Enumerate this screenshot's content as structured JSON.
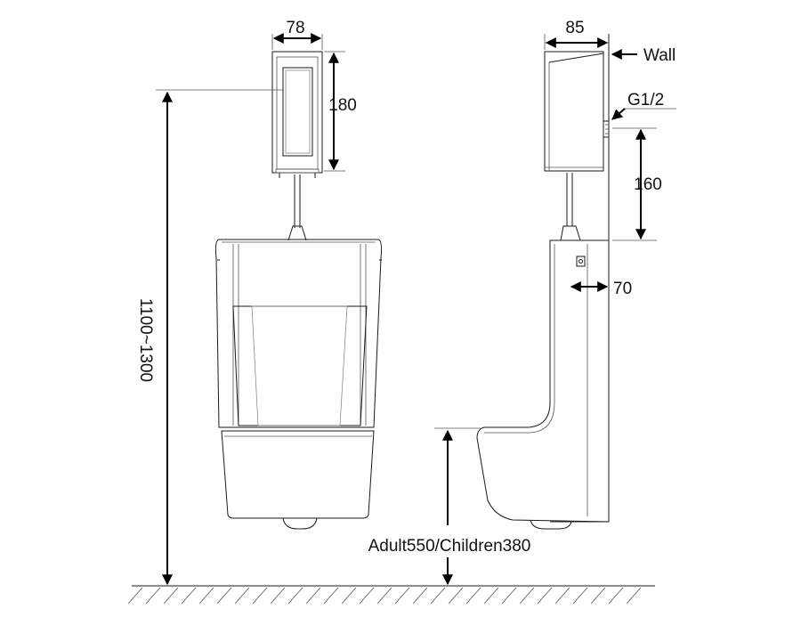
{
  "labels": {
    "front_width": "78",
    "front_height": "180",
    "side_depth": "85",
    "wall": "Wall",
    "pipe_thread": "G1/2",
    "inlet_height": "160",
    "wall_offset": "70",
    "mount_height": "1100~1300",
    "rim_height": "Adult550/Children380"
  },
  "colors": {
    "line": "#1a1a1a",
    "dimension": "#000000",
    "background": "#ffffff"
  }
}
